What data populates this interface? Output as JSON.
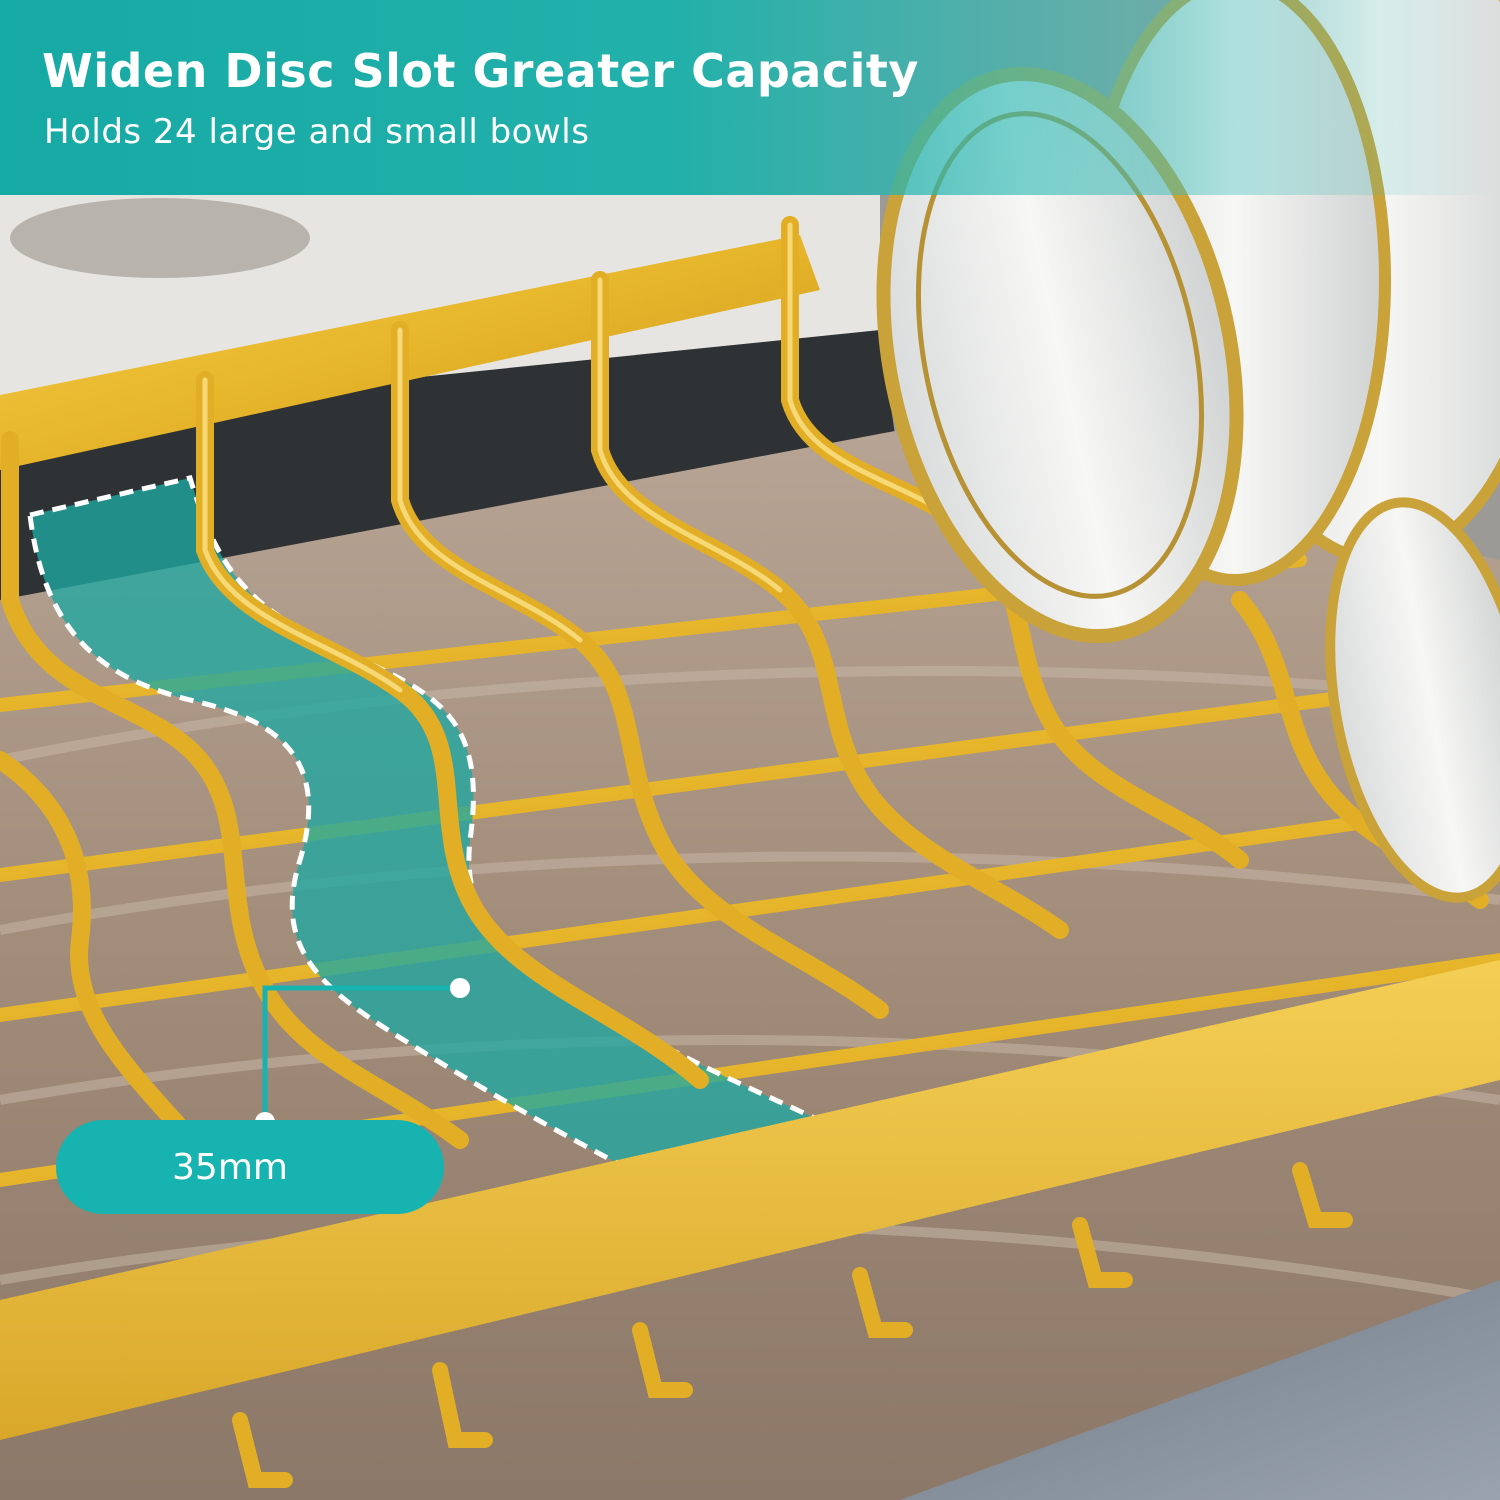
{
  "banner": {
    "headline": "Widen Disc Slot Greater Capacity",
    "subline": "Holds 24 large and small bowls",
    "color": "#16b3b0"
  },
  "measurement": {
    "label": "35mm",
    "highlight_color": "#1fa8a2",
    "callout_color": "#16b3b0"
  },
  "palette": {
    "rack_gold": "#e8b72c",
    "tray_brown": "#a48f7d",
    "bowl_white": "#f2f2f0",
    "countertop": "#7e8996"
  }
}
